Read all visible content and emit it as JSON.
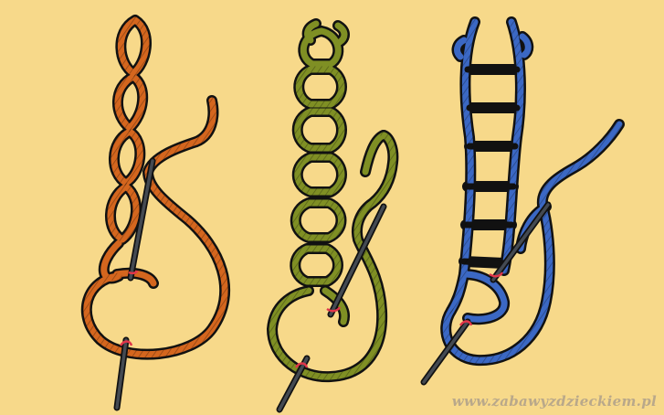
{
  "image": {
    "background_color": "#f7d98a",
    "watermark_text": "www.zabawyzdzieckiem.pl",
    "panels": [
      {
        "name": "chain-stitch",
        "thread_color": "#d4661e"
      },
      {
        "name": "open-chain-stitch",
        "thread_color": "#7f8f24"
      },
      {
        "name": "ladder-chain-stitch",
        "thread_color": "#3b68c4"
      }
    ],
    "outline_color": "#111111",
    "needle_color": "#444a52",
    "needle_eye_color": "#e0354a"
  }
}
